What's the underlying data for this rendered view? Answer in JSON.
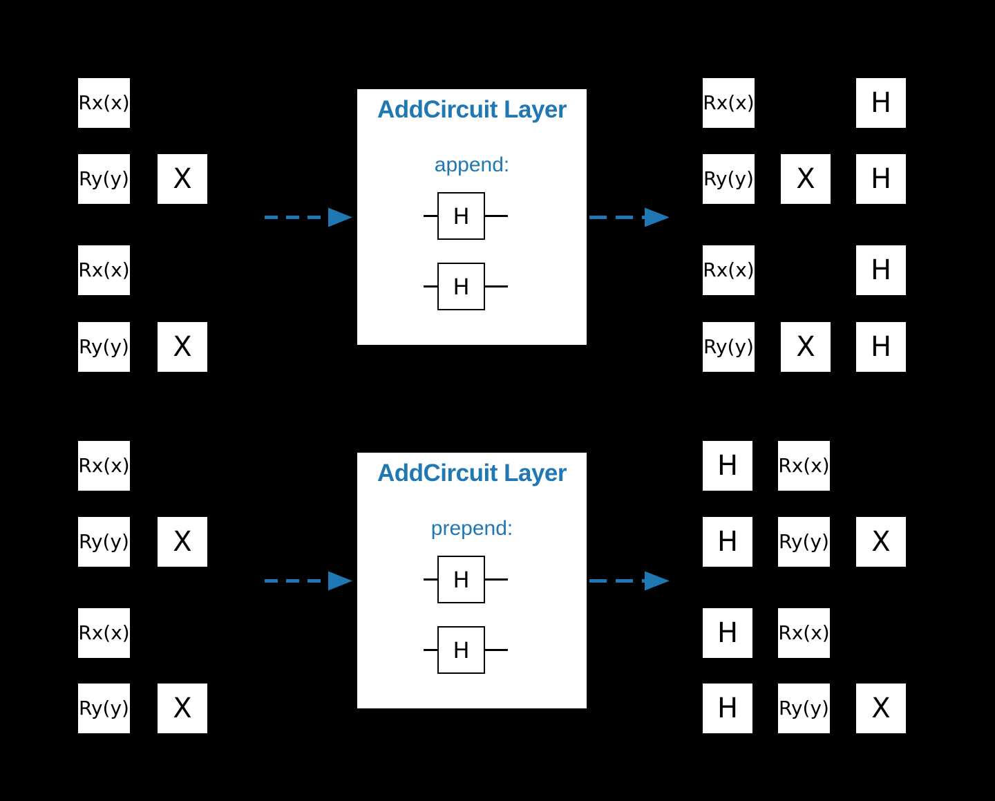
{
  "colors": {
    "background": "#000000",
    "accent": "#1f77b4",
    "gate_fill": "#ffffff",
    "gate_text": "#000000",
    "wire": "#000000"
  },
  "layer_boxes": {
    "append": {
      "title": "AddCircuit Layer",
      "mode": "append:",
      "gates": [
        "H",
        "H"
      ]
    },
    "prepend": {
      "title": "AddCircuit Layer",
      "mode": "prepend:",
      "gates": [
        "H",
        "H"
      ]
    }
  },
  "circuits": {
    "top_left": {
      "gates": [
        "Rx(x)",
        "Ry(y)",
        "X",
        "Rx(x)",
        "Ry(y)",
        "X"
      ]
    },
    "top_right": {
      "gates": [
        "Rx(x)",
        "H",
        "Ry(y)",
        "X",
        "H",
        "Rx(x)",
        "H",
        "Ry(y)",
        "X",
        "H"
      ]
    },
    "bottom_left": {
      "gates": [
        "Rx(x)",
        "Ry(y)",
        "X",
        "Rx(x)",
        "Ry(y)",
        "X"
      ]
    },
    "bottom_right": {
      "gates": [
        "H",
        "Rx(x)",
        "H",
        "Ry(y)",
        "X",
        "H",
        "Rx(x)",
        "H",
        "Ry(y)",
        "X"
      ]
    }
  }
}
